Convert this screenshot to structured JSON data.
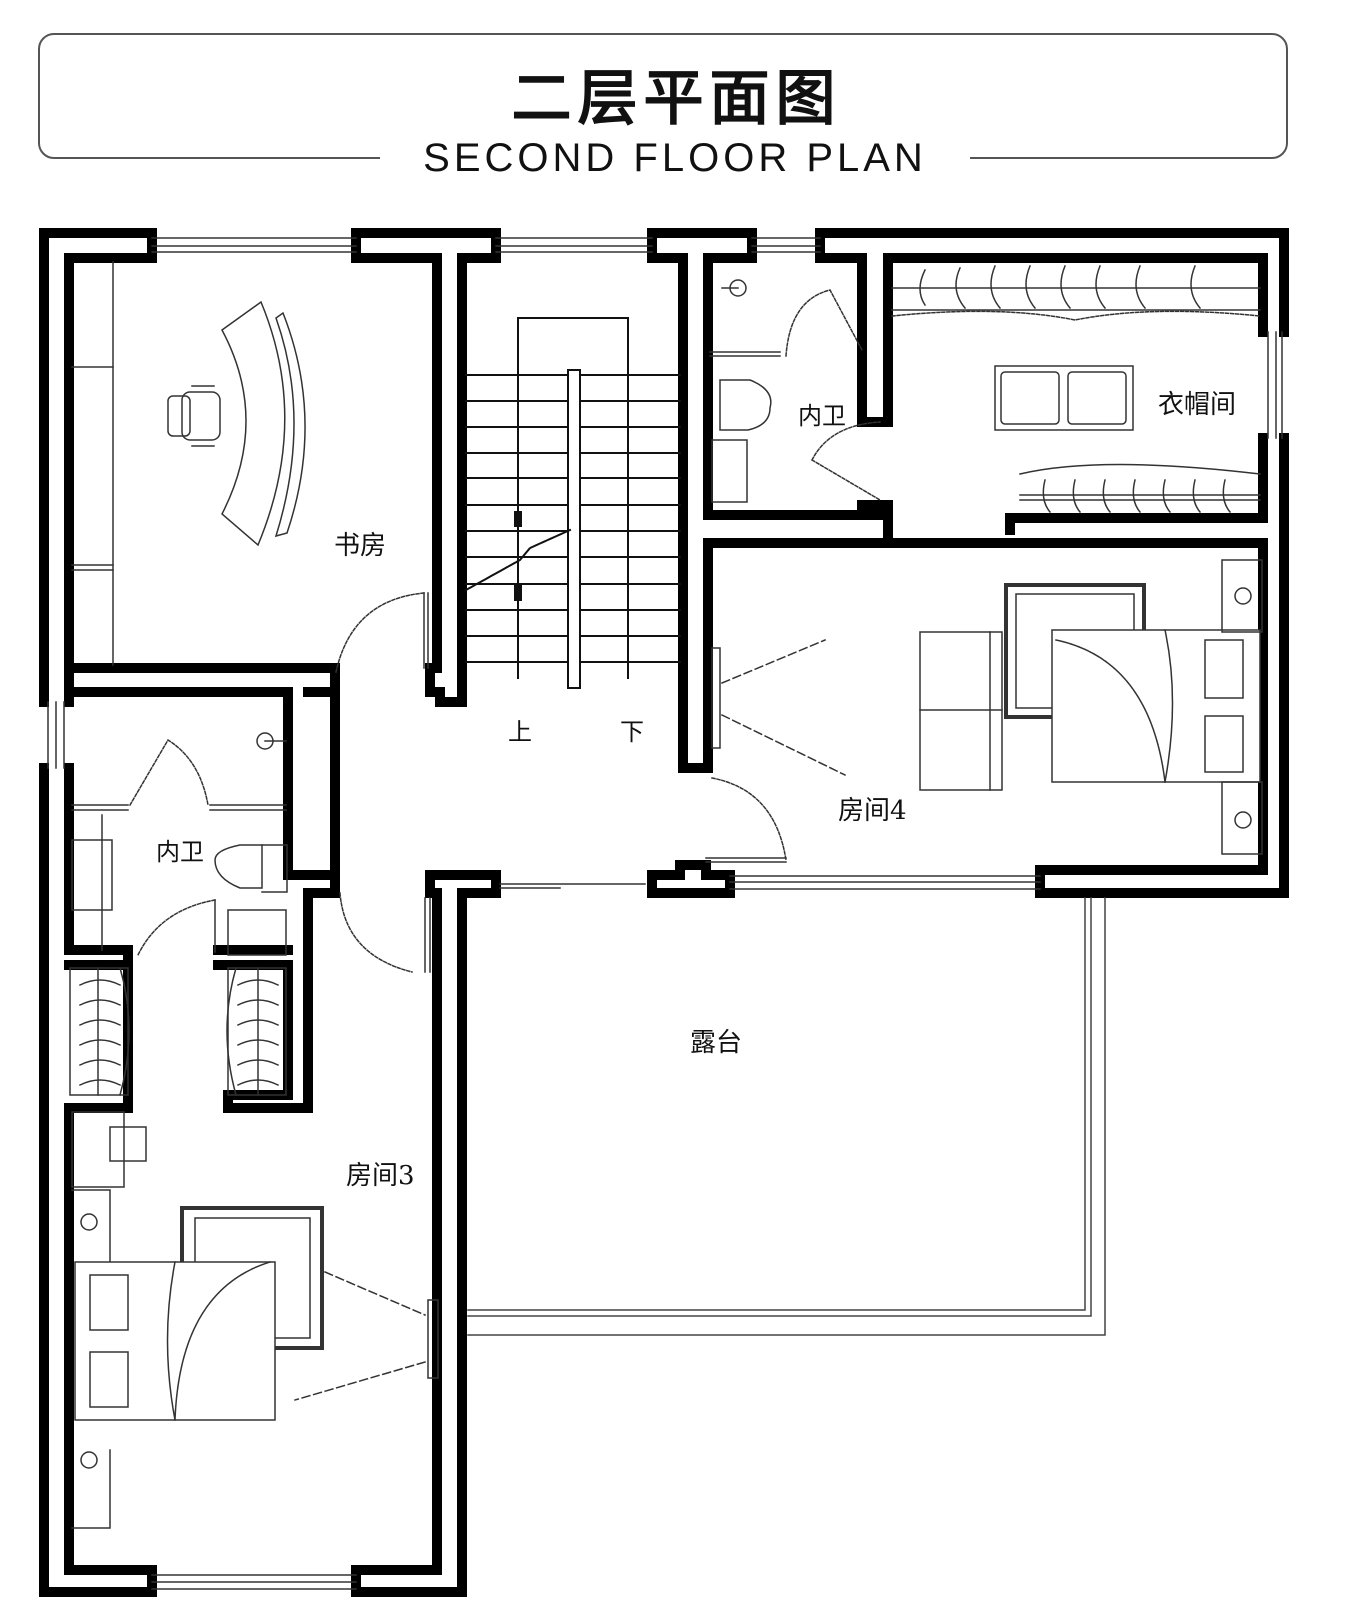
{
  "header": {
    "title_cn": "二层平面图",
    "title_en": "SECOND FLOOR PLAN"
  },
  "rooms": {
    "study": "书房",
    "bath_upper": "内卫",
    "cloakroom": "衣帽间",
    "room4": "房间4",
    "bath_lower": "内卫",
    "room3": "房间3",
    "terrace": "露台"
  },
  "stairs": {
    "up": "上",
    "down": "下"
  },
  "colors": {
    "wall": "#000000",
    "line": "#222222",
    "background": "#ffffff"
  }
}
